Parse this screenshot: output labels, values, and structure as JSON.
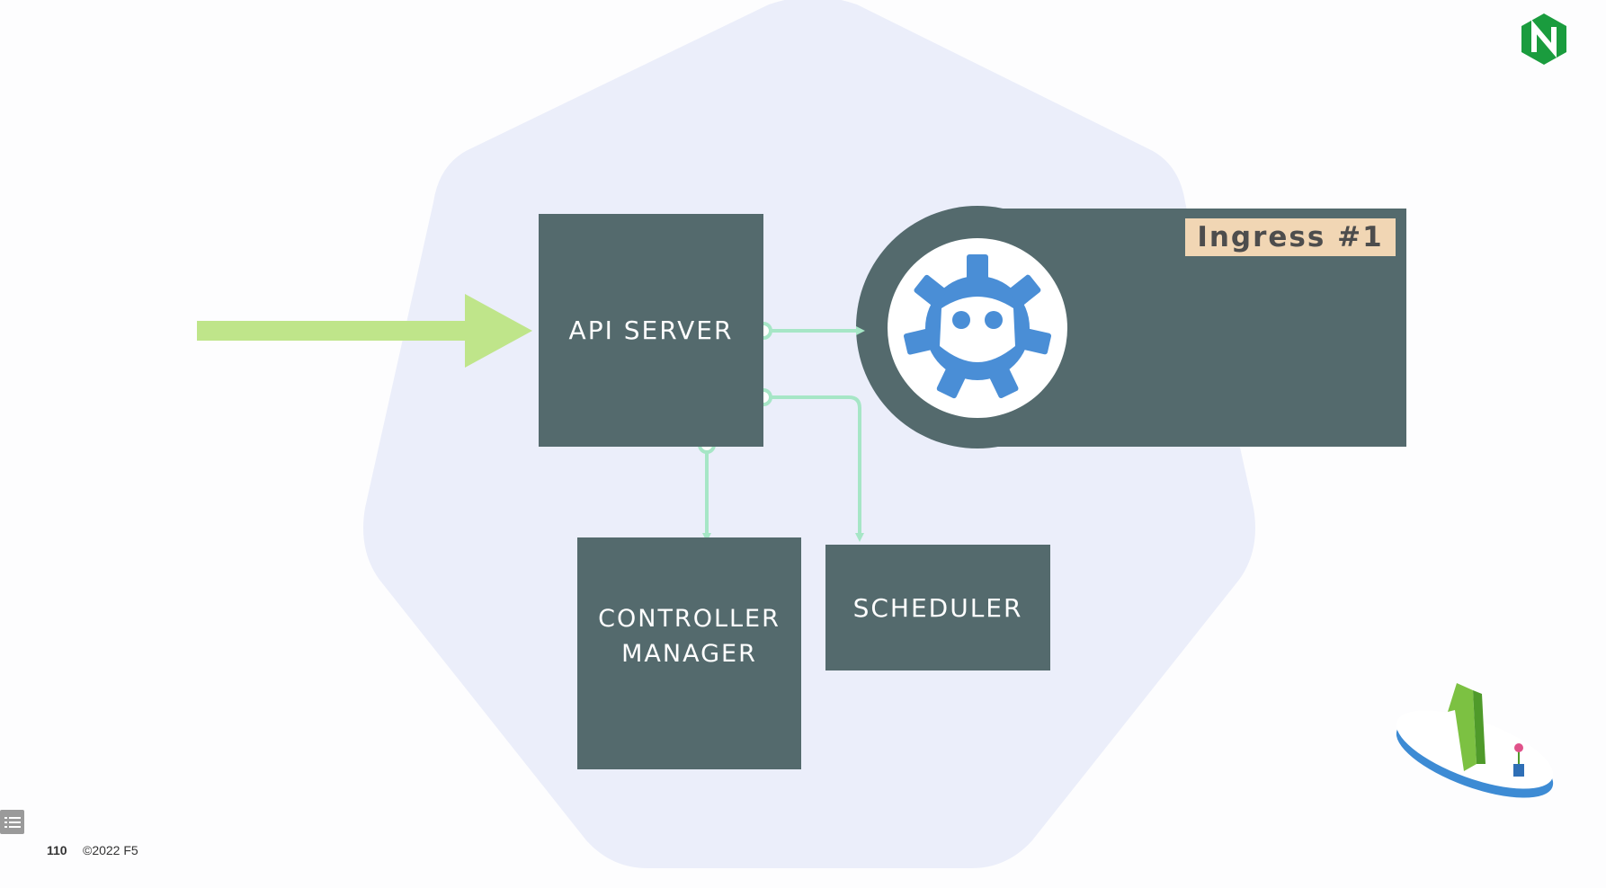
{
  "diagram": {
    "api_server_label": "API SERVER",
    "controller_manager_line1": "CONTROLLER",
    "controller_manager_line2": "MANAGER",
    "scheduler_label": "SCHEDULER",
    "ingress_label": "Ingress #1"
  },
  "footer": {
    "page_number": "110",
    "copyright": "©2022 F5"
  },
  "logo": {
    "letter": "N",
    "color": "#1a9c3e"
  },
  "colors": {
    "hexagon": "#ebeefa",
    "box": "#546a6d",
    "arrow": "#bfe58a",
    "connector": "#a6e6c6",
    "etcd": "#4a8ed6",
    "ingress_tag": "#f1d6b4"
  },
  "icons": {
    "etcd": "etcd-icon",
    "logo": "nginx-logo",
    "mascot": "cloud-number-one-illustration",
    "cursor": "mouse-cursor-icon",
    "toc": "menu-list-icon"
  }
}
